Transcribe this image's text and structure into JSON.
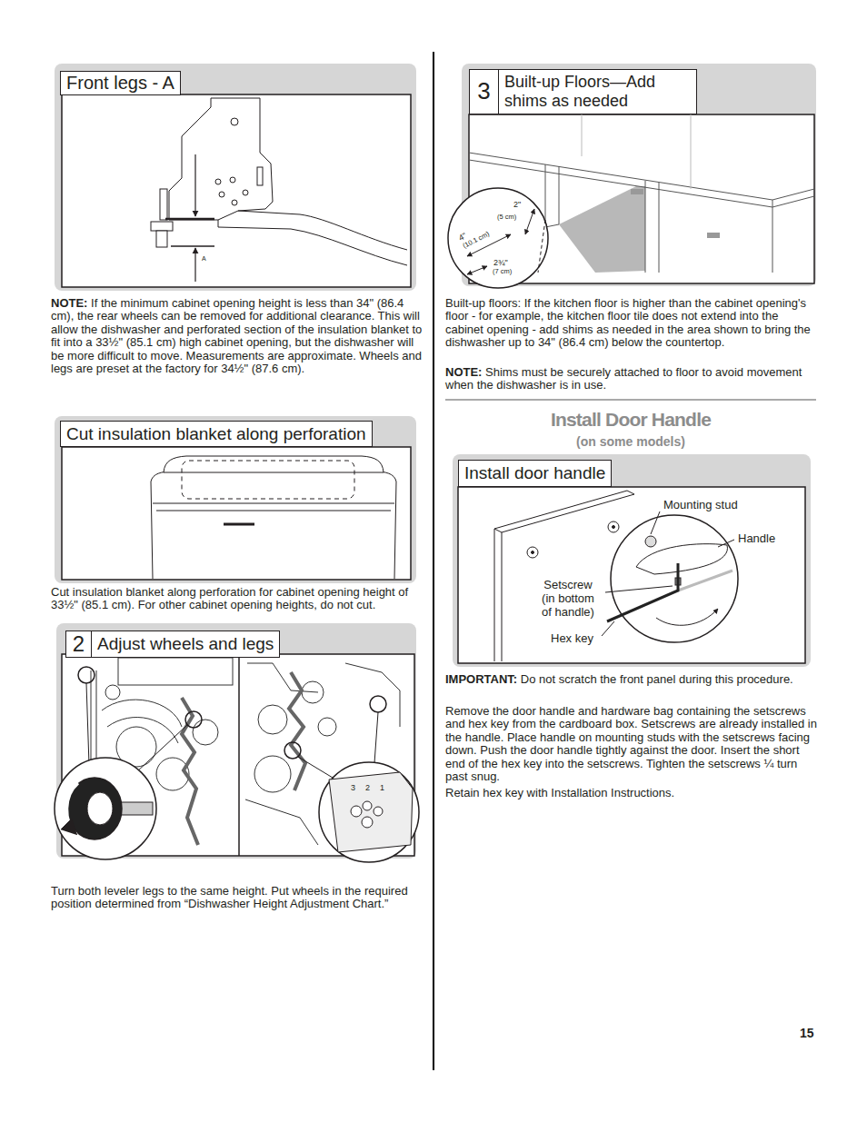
{
  "diagram": {
    "nodes": [
      {
        "text": [
          "Front legs - A"
        ]
      },
      {
        "text": [
          "Cut insulation blanket along perforation"
        ]
      },
      {
        "text": [
          "2",
          "Adjust wheels and legs"
        ]
      },
      {
        "text": [
          "3",
          "Built-up Floors—Add shims as needed"
        ]
      },
      {
        "text": [
          "Install door handle"
        ]
      }
    ],
    "edges": [],
    "labels": [
      "A",
      "NOTE:",
      "If the minimum cabinet opening height is less than 34\" (86.4 cm), the rear wheels can be removed for additional clearance. This will allow the dishwasher and perforated section of the insulation blanket to fit into a 33½\" (85.1 cm) high cabinet opening, but the dishwasher will be more difficult to move. Measurements are approximate. Wheels and legs are preset at the factory for 34½\" (87.6 cm).",
      "Cut insulation blanket along perforation for cabinet opening height of 33½\" (85.1 cm). For other cabinet opening heights, do not cut.",
      "3",
      "2",
      "1",
      "Turn both leveler legs to the same height. Put wheels in the required position determined from “Dishwasher Height Adjustment Chart.”",
      "4\"",
      "(10.1 cm)",
      "2\"",
      "(5 cm)",
      "2¾\"",
      "(7 cm)",
      "Built-up floors: If the kitchen floor is higher than the cabinet opening's floor - for example, the kitchen floor tile does not extend into the cabinet opening - add shims as needed in the area shown to bring the dishwasher up to 34\" (86.4 cm) below the countertop.",
      "NOTE:",
      "Shims must be securely attached to floor to avoid movement when the dishwasher is in use.",
      "Install Door Handle",
      "(on some models)",
      "Mounting stud",
      "Handle",
      "Setscrew (in bottom of handle)",
      "Hex key",
      "IMPORTANT:",
      "Do not scratch the front panel during this procedure.",
      "Remove the door handle and hardware bag containing the setscrews and hex key from the cardboard box. Setscrews are already installed in the handle. Place handle on mounting studs with the setscrews facing down. Push the door handle tightly against the door. Insert the short end of the hex key into the setscrews. Tighten the setscrews ¼ turn past snug.",
      "Retain hex key with Installation Instructions.",
      "15"
    ]
  }
}
